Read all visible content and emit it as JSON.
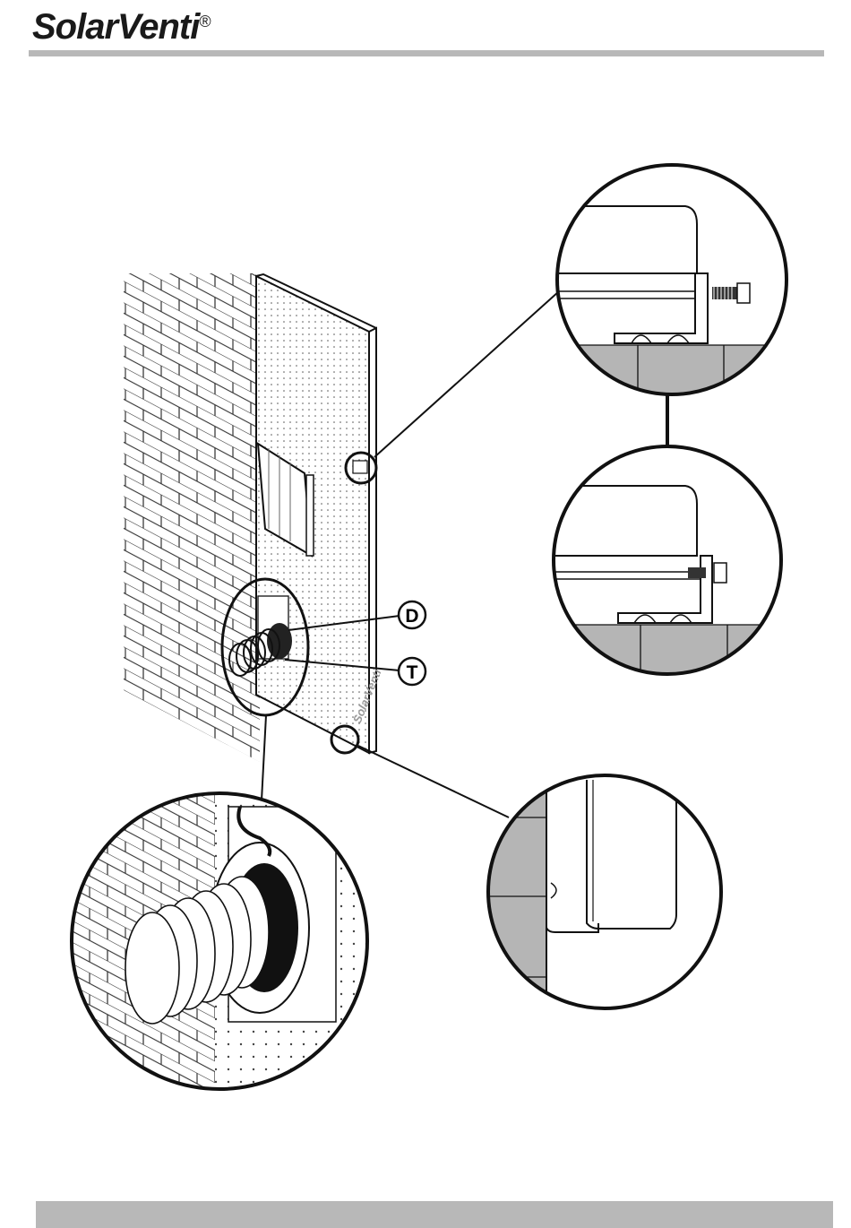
{
  "header": {
    "brand": "SolarVenti",
    "registered_mark": "®"
  },
  "callouts": {
    "d_label": "D",
    "t_label": "T"
  },
  "panel": {
    "brand_text": "SolarVenti"
  },
  "colors": {
    "rule": "#b8b8b8",
    "ground": "#b5b5b5",
    "ink": "#111111"
  }
}
